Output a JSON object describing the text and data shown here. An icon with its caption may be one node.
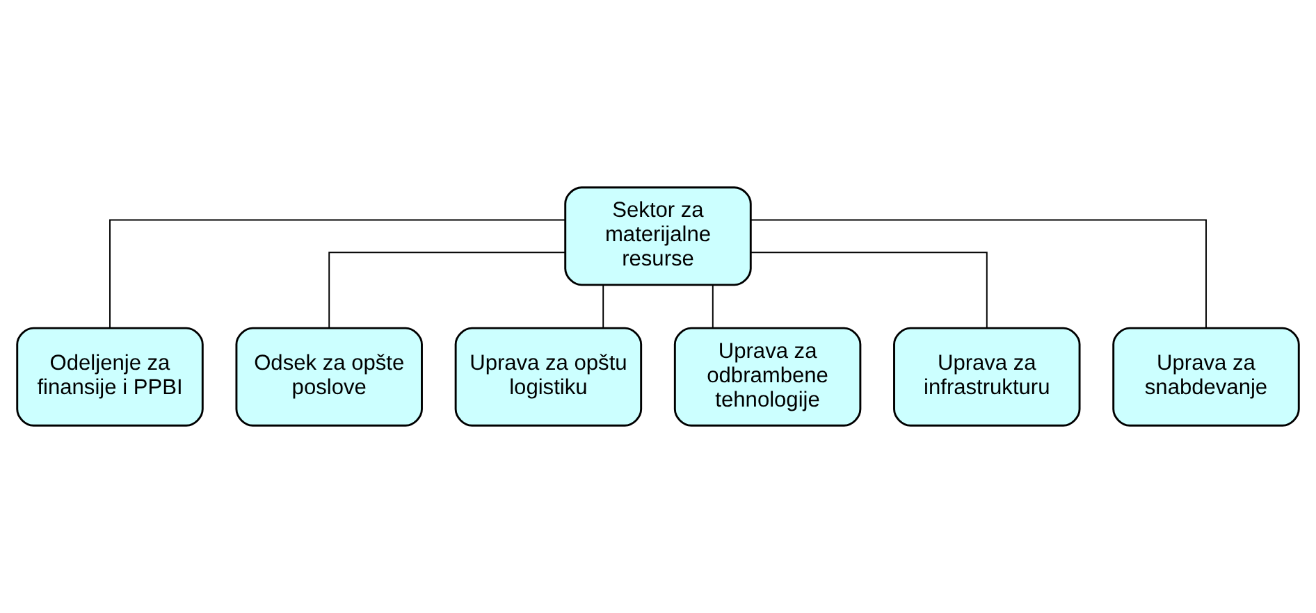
{
  "diagram": {
    "nodes": [
      {
        "text": [
          "Sektor za materijalne resurse"
        ]
      },
      {
        "text": [
          "Odeljenje za finansije i PPBI"
        ]
      },
      {
        "text": [
          "Odsek za opšte poslove"
        ]
      },
      {
        "text": [
          "Uprava za opštu logistiku"
        ]
      },
      {
        "text": [
          "Uprava za odbrambene tehnologije"
        ]
      },
      {
        "text": [
          "Uprava za infrastrukturu"
        ]
      },
      {
        "text": [
          "Uprava za snabdevanje"
        ]
      }
    ],
    "edges": [
      {
        "from": 0,
        "to": 1,
        "arrow": "none"
      },
      {
        "from": 0,
        "to": 2,
        "arrow": "none"
      },
      {
        "from": 0,
        "to": 3,
        "arrow": "none"
      },
      {
        "from": 0,
        "to": 4,
        "arrow": "none"
      },
      {
        "from": 0,
        "to": 5,
        "arrow": "none"
      },
      {
        "from": 0,
        "to": 6,
        "arrow": "none"
      }
    ]
  }
}
